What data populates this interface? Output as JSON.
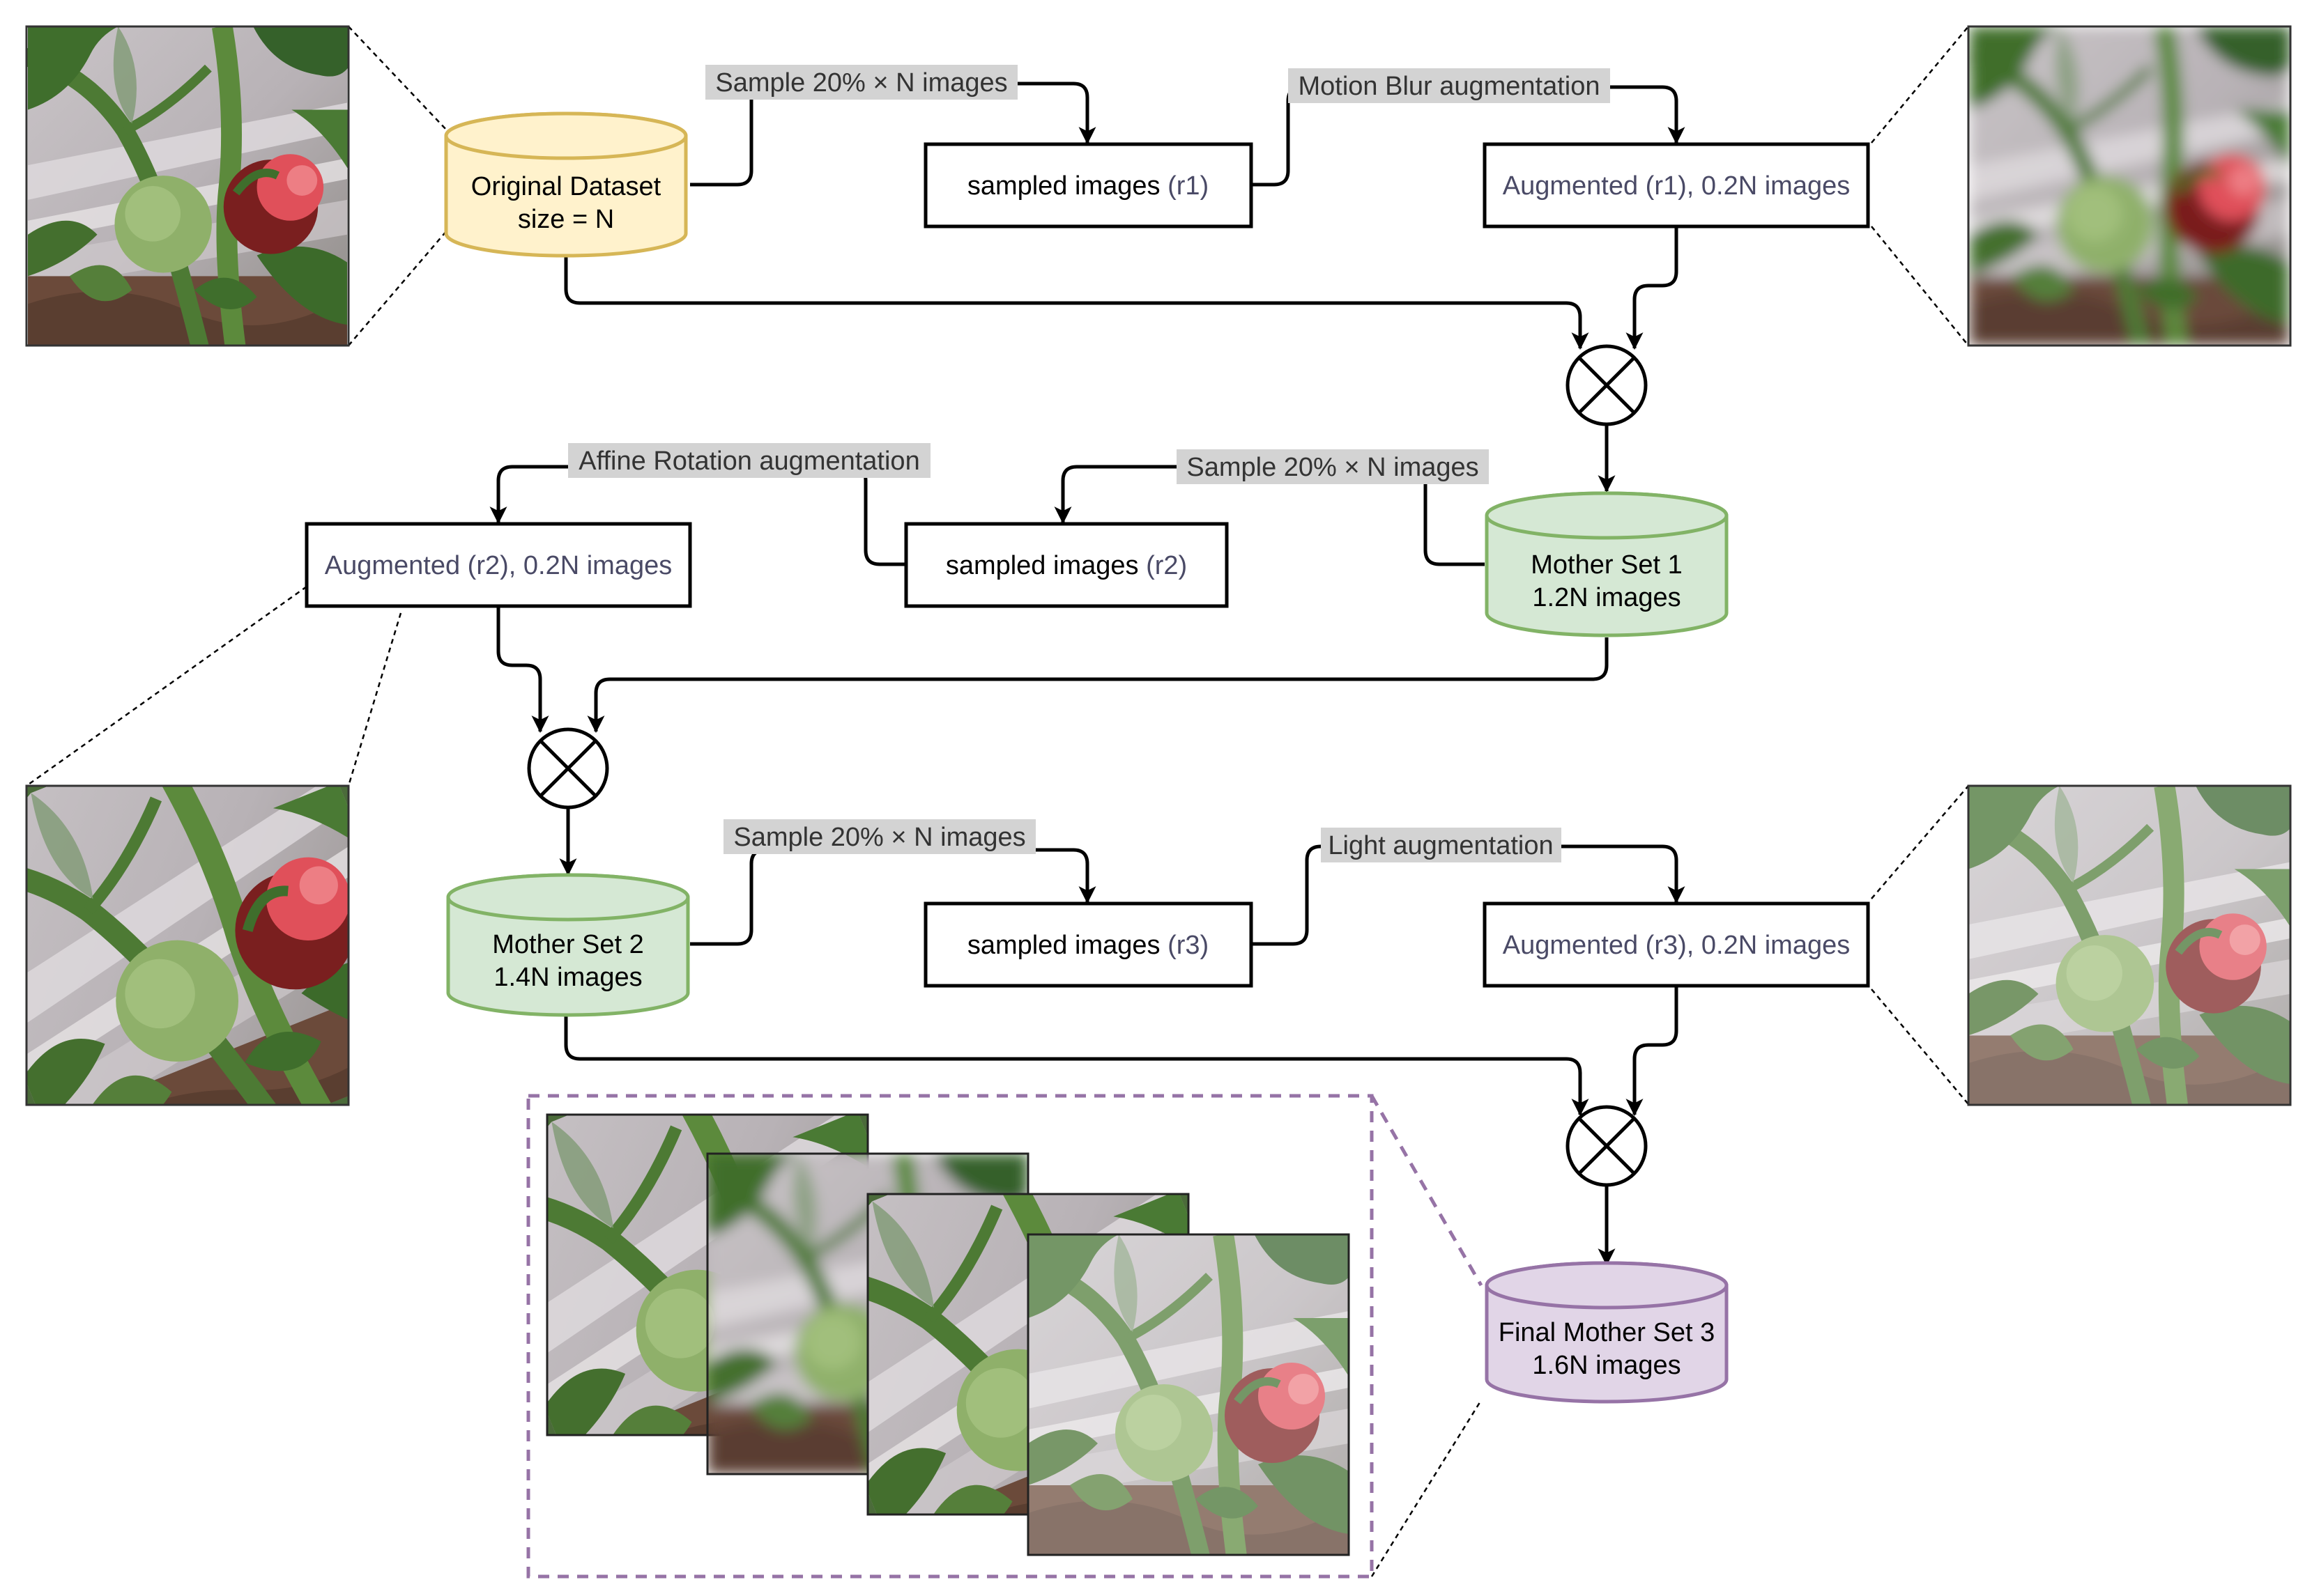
{
  "colors": {
    "original_fill": "#fff2cc",
    "original_stroke": "#d6b656",
    "mother_fill": "#d5e8d4",
    "mother_stroke": "#82b366",
    "final_fill": "#e1d5e7",
    "final_stroke": "#9673a6"
  },
  "nodes": {
    "original_dataset": {
      "line1": "Original Dataset",
      "line2": "size = N"
    },
    "sampled_r1": {
      "pre": "sampled images ",
      "tag": "(r1)"
    },
    "augmented_r1": {
      "pre": "Augmented ",
      "tag": "(r1)",
      "post": ", 0.2N images"
    },
    "mother_set_1": {
      "line1": "Mother Set 1",
      "line2": "1.2N images"
    },
    "sampled_r2": {
      "pre": "sampled images ",
      "tag": "(r2)"
    },
    "augmented_r2": {
      "pre": "Augmented ",
      "tag": "(r2)",
      "post": ", 0.2N images"
    },
    "mother_set_2": {
      "line1": "Mother Set 2",
      "line2": "1.4N images"
    },
    "sampled_r3": {
      "pre": "sampled images ",
      "tag": "(r3)"
    },
    "augmented_r3": {
      "pre": "Augmented ",
      "tag": "(r3)",
      "post": ", 0.2N images"
    },
    "final_mother_set_3": {
      "line1": "Final Mother Set 3",
      "line2": "1.6N images"
    }
  },
  "edges": {
    "sample_1": "Sample 20% × N images",
    "motion_blur": "Motion Blur augmentation",
    "affine_rotation": "Affine Rotation augmentation",
    "sample_2": "Sample 20% × N images",
    "sample_3": "Sample 20% × N images",
    "light": "Light augmentation"
  }
}
